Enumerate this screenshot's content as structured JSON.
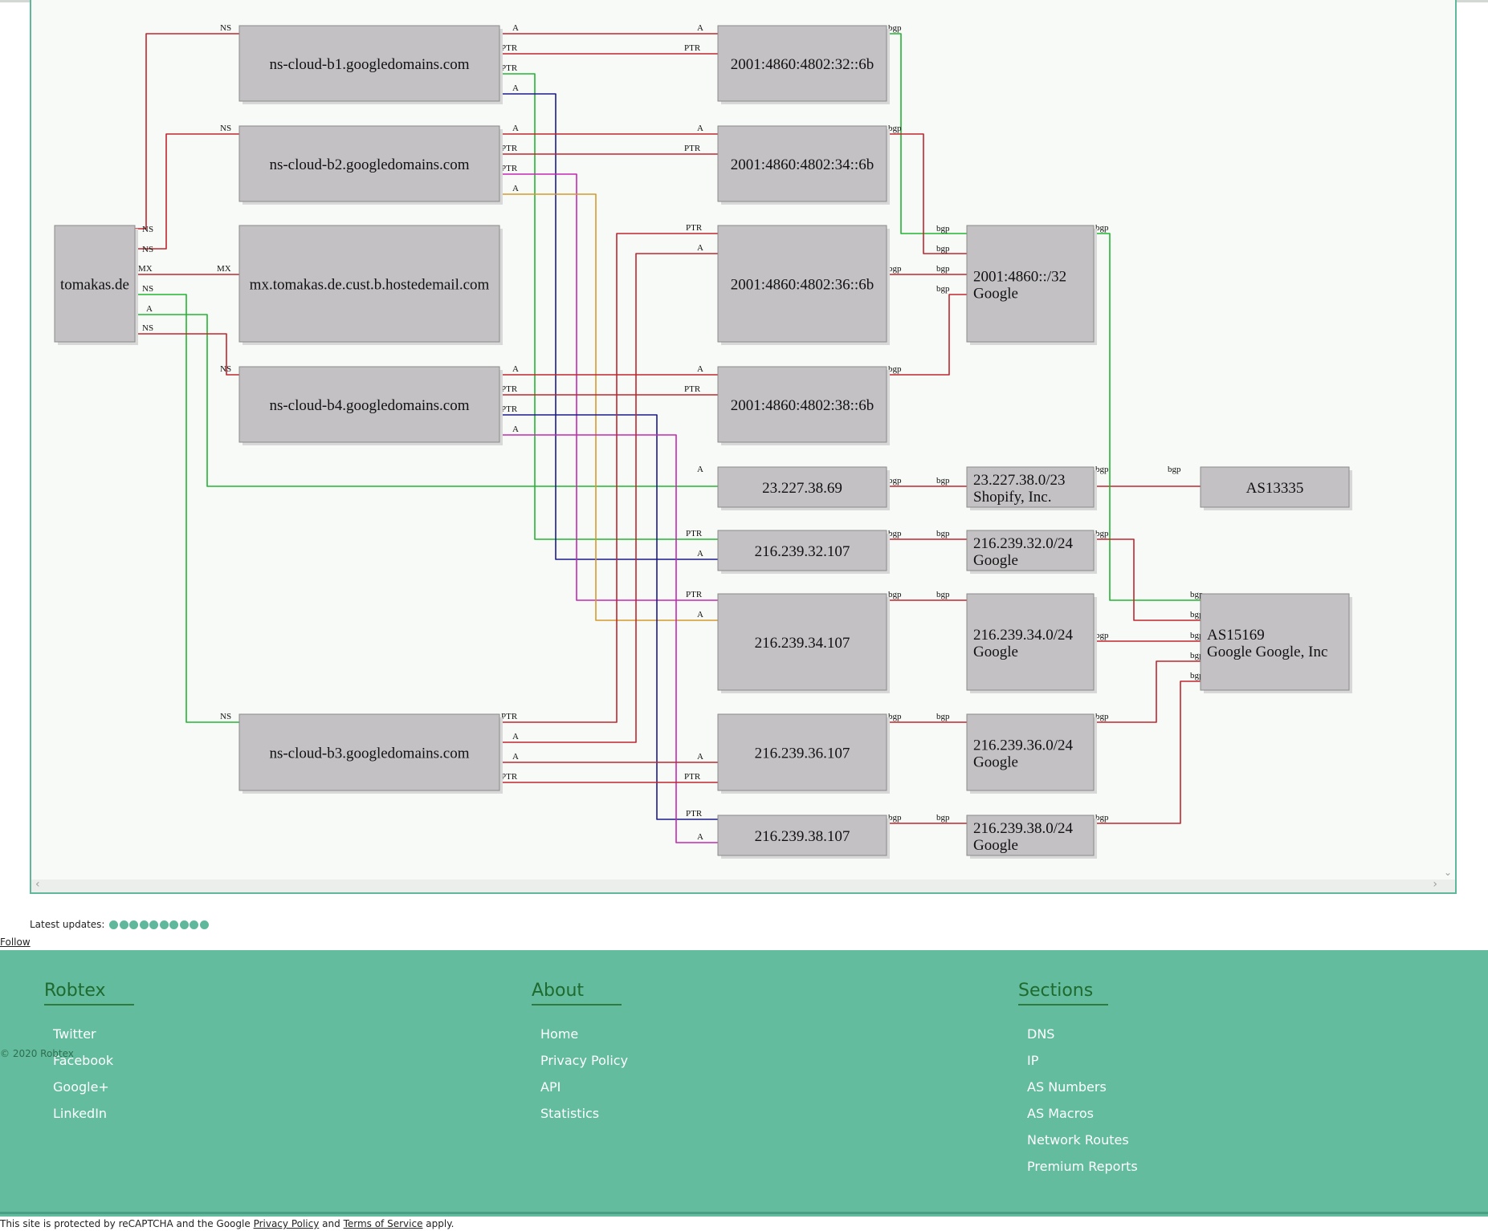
{
  "graph": {
    "nodes": [
      {
        "id": "ns1",
        "label": "ns-cloud-b1.googledomains.com"
      },
      {
        "id": "ns2",
        "label": "ns-cloud-b2.googledomains.com"
      },
      {
        "id": "root",
        "label": "tomakas.de"
      },
      {
        "id": "mx",
        "label": "mx.tomakas.de.cust.b.hostedemail.com"
      },
      {
        "id": "ns4",
        "label": "ns-cloud-b4.googledomains.com"
      },
      {
        "id": "ns3",
        "label": "ns-cloud-b3.googledomains.com"
      },
      {
        "id": "v632",
        "label": "2001:4860:4802:32::6b"
      },
      {
        "id": "v634",
        "label": "2001:4860:4802:34::6b"
      },
      {
        "id": "v636",
        "label": "2001:4860:4802:36::6b"
      },
      {
        "id": "v638",
        "label": "2001:4860:4802:38::6b"
      },
      {
        "id": "ip1",
        "label": "23.227.38.69"
      },
      {
        "id": "ip2",
        "label": "216.239.32.107"
      },
      {
        "id": "ip3",
        "label": "216.239.34.107"
      },
      {
        "id": "ip4",
        "label": "216.239.36.107"
      },
      {
        "id": "ip5",
        "label": "216.239.38.107"
      },
      {
        "id": "pfx6",
        "label": "2001:4860::/32",
        "sub": "Google"
      },
      {
        "id": "pfx1",
        "label": "23.227.38.0/23",
        "sub": "Shopify, Inc."
      },
      {
        "id": "pfx2",
        "label": "216.239.32.0/24",
        "sub": "Google"
      },
      {
        "id": "pfx3",
        "label": "216.239.34.0/24",
        "sub": "Google"
      },
      {
        "id": "pfx4",
        "label": "216.239.36.0/24",
        "sub": "Google"
      },
      {
        "id": "pfx5",
        "label": "216.239.38.0/24",
        "sub": "Google"
      },
      {
        "id": "as1",
        "label": "AS13335"
      },
      {
        "id": "as2",
        "label": "AS15169",
        "sub": "Google Google, Inc"
      }
    ],
    "edge_labels": {
      "ns": "NS",
      "mx": "MX",
      "a": "A",
      "ptr": "PTR",
      "bgp": "bgp"
    },
    "colors": {
      "red": "#c0262f",
      "green": "#22b531",
      "navy": "#1b1b8c",
      "magenta": "#c429b4",
      "orange": "#d39a2e",
      "box": "#c3c1c4",
      "box_border": "#8a8a8a"
    }
  },
  "updates": {
    "label": "Latest updates:",
    "count": 10
  },
  "follow": "Follow",
  "footer": {
    "columns": [
      {
        "title": "Robtex",
        "items": [
          "Twitter",
          "Facebook",
          "Google+",
          "LinkedIn"
        ]
      },
      {
        "title": "About",
        "items": [
          "Home",
          "Privacy Policy",
          "API",
          "Statistics"
        ]
      },
      {
        "title": "Sections",
        "items": [
          "DNS",
          "IP",
          "AS Numbers",
          "AS Macros",
          "Network Routes",
          "Premium Reports"
        ]
      }
    ],
    "copyright": "© 2020 Robtex"
  },
  "recaptcha": {
    "prefix": "This site is protected by reCAPTCHA and the Google ",
    "privacy": "Privacy Policy",
    "and": " and ",
    "terms": "Terms of Service",
    "suffix": " apply."
  }
}
